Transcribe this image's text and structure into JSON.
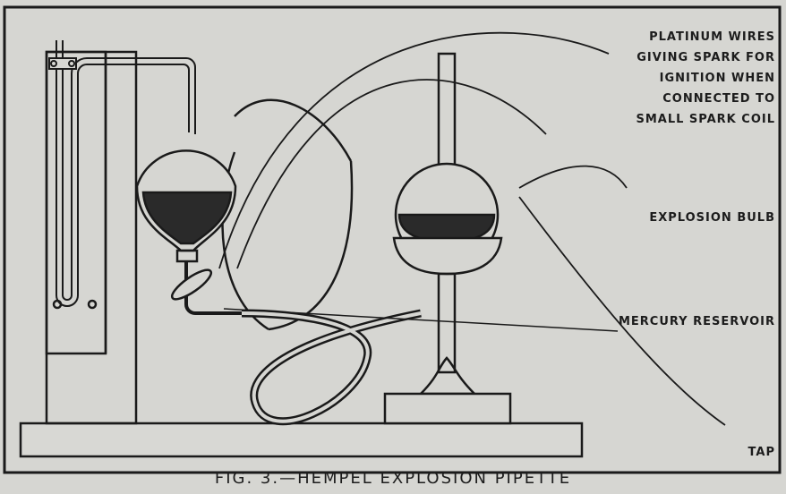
{
  "figure": {
    "caption": "Fig. 3.—Hempel Explosion Pipette",
    "labels": {
      "platinum_wires": [
        "Platinum Wires",
        "giving Spark for",
        "ignition when",
        "connected to",
        "Small Spark Coil"
      ],
      "explosion_bulb": "Explosion Bulb",
      "mercury_reservoir": "Mercury Reservoir",
      "tap": "Tap"
    }
  }
}
